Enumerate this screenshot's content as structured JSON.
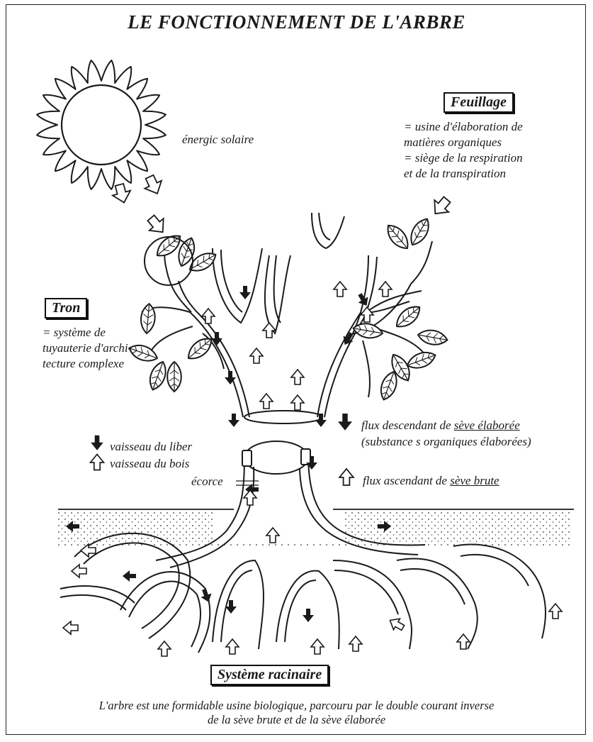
{
  "title": "LE FONCTIONNEMENT DE L'ARBRE",
  "sun_label": "énergic solaire",
  "feuillage": {
    "heading": "Feuillage",
    "lines": [
      "= usine d'élaboration de",
      "matières organiques",
      "= siège de la respiration",
      "et de la transpiration"
    ]
  },
  "tron": {
    "heading": "Tron",
    "lines": [
      "= système de",
      "tuyauterie d'archi-",
      "tecture complexe"
    ]
  },
  "legend": {
    "liber": "vaisseau du liber",
    "bois": "vaisseau du bois",
    "ecorce": "écorce"
  },
  "flux_desc": {
    "prefix": "flux descendant de ",
    "underlined": "sève élaborée",
    "line2": "(substance s organiques élaborées)"
  },
  "flux_asc": {
    "prefix": "flux ascendant de ",
    "underlined": "sève brute"
  },
  "racines": {
    "heading": "Système racinaire"
  },
  "caption": {
    "line1": "L'arbre est une formidable usine biologique, parcouru par le double courant inverse",
    "line2": "de la sève brute et de la sève élaborée"
  },
  "colors": {
    "ink": "#1a1a1a",
    "background": "#ffffff"
  },
  "icons": [
    "sun-icon",
    "solid-down-arrow-icon",
    "hollow-up-arrow-icon",
    "leaf-icon"
  ]
}
